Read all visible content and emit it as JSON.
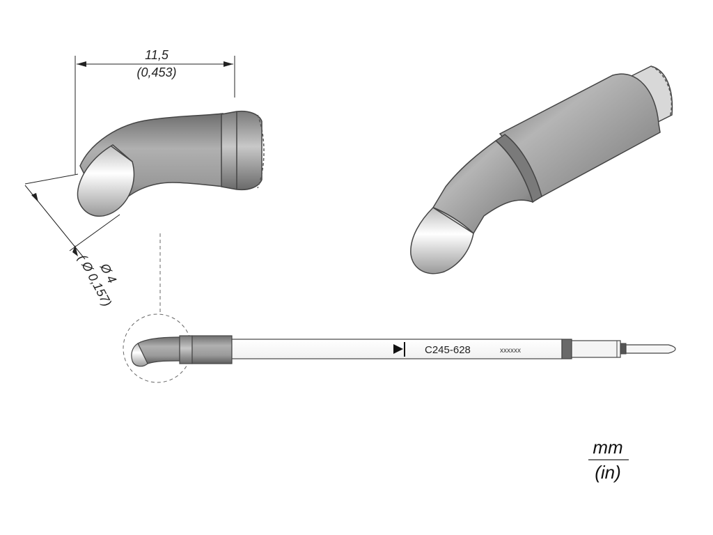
{
  "dimension_length": {
    "metric": "11,5",
    "imperial": "(0,453)"
  },
  "dimension_diameter": {
    "metric": "Ø 4",
    "imperial": "( Ø 0,157)"
  },
  "cartridge": {
    "part_number": "C245-628",
    "batch_code": "xxxxxx"
  },
  "units": {
    "primary": "mm",
    "secondary": "(in)"
  }
}
